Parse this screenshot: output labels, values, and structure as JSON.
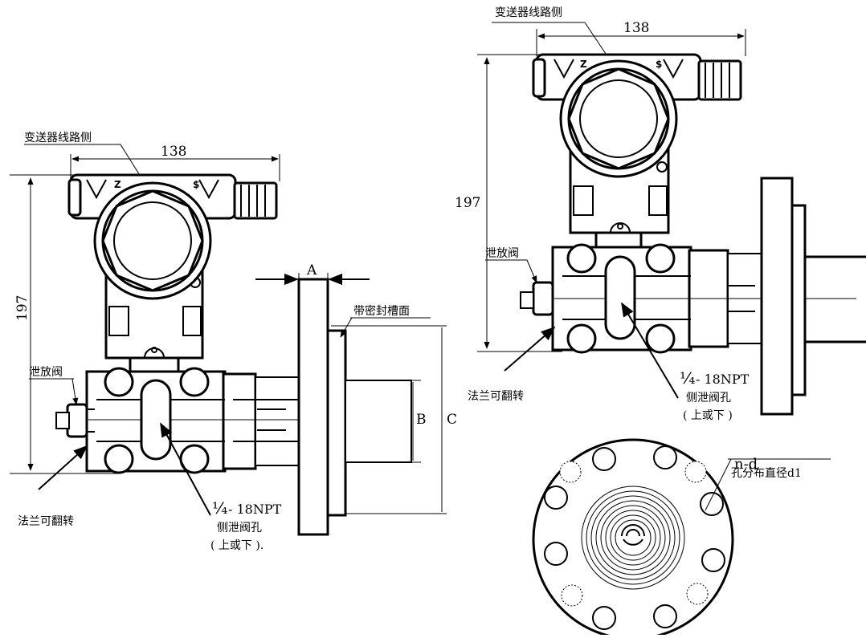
{
  "left_view": {
    "label_circuit_side": "变送器线路侧",
    "dim_width": "138",
    "dim_height": "197",
    "label_vent_valve": "泄放阀",
    "label_flange_rotatable": "法兰可翻转",
    "label_dim_a": "A",
    "label_dim_b": "B",
    "label_dim_c": "C",
    "label_seal_groove": "带密封槽面",
    "npt_fraction": "¼",
    "npt_text": "- 18NPT",
    "label_side_vent_hole": "侧泄阀孔",
    "label_up_or_down": "( 上或下 )."
  },
  "right_view": {
    "label_circuit_side": "变送器线路侧",
    "dim_width": "138",
    "dim_height": "197",
    "label_vent_valve": "泄放阀",
    "label_flange_rotatable": "法兰可翻转",
    "npt_fraction": "¼",
    "npt_text": "- 18NPT",
    "label_side_vent_hole": "侧泄阀孔",
    "label_up_or_down": "( 上或下 )"
  },
  "flange_view": {
    "label_n_d": "n-d",
    "label_bolt_circle": "孔分布直径d1"
  }
}
